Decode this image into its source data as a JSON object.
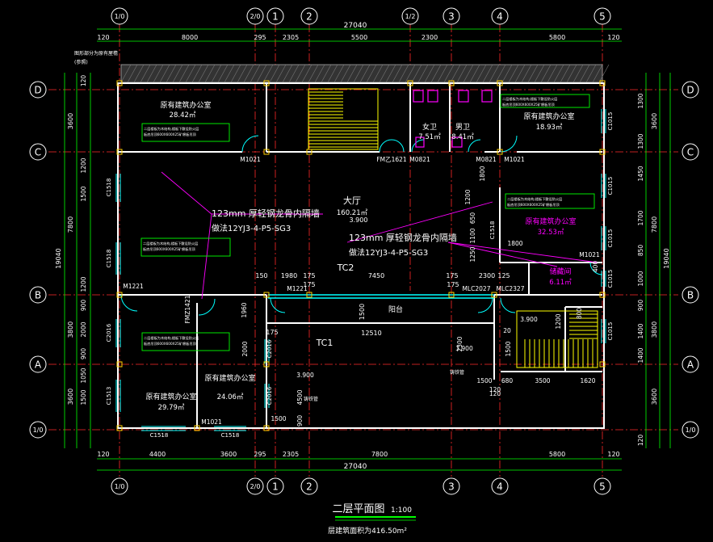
{
  "colors": {
    "background": "#000000",
    "wall": "#ffffff",
    "axis": "#ff2a2a",
    "dimension": "#00ff00",
    "text": "#ffffff",
    "note": "#ff00ff",
    "column": "#ffd000",
    "window": "#00ffff",
    "stair": "#ffff00",
    "door": "#00ffff"
  },
  "axes_top": [
    "1/0",
    "2/0",
    "1",
    "2",
    "1/2",
    "3",
    "4",
    "5"
  ],
  "axes_bottom": [
    "1/0",
    "2/0",
    "1",
    "2",
    "3",
    "4",
    "5"
  ],
  "axes_left": [
    "D",
    "C",
    "B",
    "A",
    "1/0"
  ],
  "axes_right": [
    "D",
    "C",
    "B",
    "A",
    "1/0"
  ],
  "dims_top": [
    "120",
    "8000",
    "295",
    "2305",
    "5500",
    "2300",
    "5800",
    "120"
  ],
  "dims_top_total": "27040",
  "dims_bottom": [
    "120",
    "4400",
    "3600",
    "295",
    "2305",
    "7800",
    "5800",
    "120"
  ],
  "dims_bottom_total": "27040",
  "dims_left_outer": [
    "3600",
    "7800",
    "3800",
    "3600"
  ],
  "dims_left_inner": [
    "120",
    "1200",
    "1500",
    "1200",
    "900",
    "2000",
    "900",
    "1050",
    "1500"
  ],
  "dims_left_total": "19040",
  "dims_right_outer": [
    "3600",
    "7800",
    "3800",
    "3600"
  ],
  "dims_right_inner": [
    "1300",
    "1300",
    "1450",
    "1700",
    "850",
    "1000",
    "900",
    "1400",
    "1400",
    "120"
  ],
  "dims_right_total": "19040",
  "roof_note": [
    "图形部分为原有屋檐",
    "(参照)"
  ],
  "rooms": [
    {
      "name": "原有建筑办公室",
      "area": "28.42㎡"
    },
    {
      "name": "原有建筑办公室",
      "area": "18.93㎡"
    },
    {
      "name": "女卫",
      "area": "7.51㎡"
    },
    {
      "name": "男卫",
      "area": "8.41㎡"
    },
    {
      "name": "大厅",
      "area": "160.21㎡"
    },
    {
      "name": "原有建筑办公室",
      "area": "32.53㎡"
    },
    {
      "name": "储藏间",
      "area": "6.11㎡"
    },
    {
      "name": "原有建筑办公室",
      "area": "24.06㎡"
    },
    {
      "name": "原有建筑办公室",
      "area": "29.79㎡"
    },
    {
      "name": "阳台",
      "area": ""
    }
  ],
  "hall_level": "3.900",
  "partition_notes": [
    {
      "line1": "123mm 厚轻钢龙骨内隔墙",
      "line2": "做法12YJ3-4-P5-SG3"
    },
    {
      "line1": "123mm 厚轻钢龙骨内隔墙",
      "line2": "做法12YJ3-4-P5-SG3"
    }
  ],
  "door_labels": [
    "M1021",
    "FM乙1621",
    "M0821",
    "M0821",
    "M1021",
    "M1221",
    "M1221",
    "MLC2027",
    "MLC2327",
    "FMZ1421",
    "M1021",
    "M1021"
  ],
  "window_labels": [
    "C1518",
    "C1518",
    "C2016",
    "C1513",
    "C1518",
    "C1518",
    "C1015",
    "C1015",
    "C1015",
    "C1015",
    "C1015",
    "C1518",
    "C2016",
    "C2016"
  ],
  "tags": [
    "TC2",
    "TC1"
  ],
  "levels": [
    "3.900",
    "3.900",
    "3.900",
    "3.900"
  ],
  "balcony_dims": [
    "1980",
    "175",
    "7450",
    "175",
    "2300",
    "150",
    "175",
    "125",
    "12510",
    "175",
    "1500",
    "175"
  ],
  "misc_dims": [
    "1800",
    "1200",
    "650",
    "1100",
    "1250",
    "1800",
    "400",
    "1960",
    "4500",
    "2000",
    "1500",
    "900",
    "2300",
    "1500",
    "680",
    "3500",
    "1620",
    "120",
    "1200",
    "800",
    "20",
    "1500",
    "120"
  ],
  "drain_note": "铸铁管",
  "small_notes": [
    "二层楼板为木结构,楼板下敷设防火层",
    "板底吊顶600X600X25矿棉板吊顶"
  ],
  "title": "二层平面图",
  "scale": "1:100",
  "area_note": "层建筑面积为416.50m²"
}
